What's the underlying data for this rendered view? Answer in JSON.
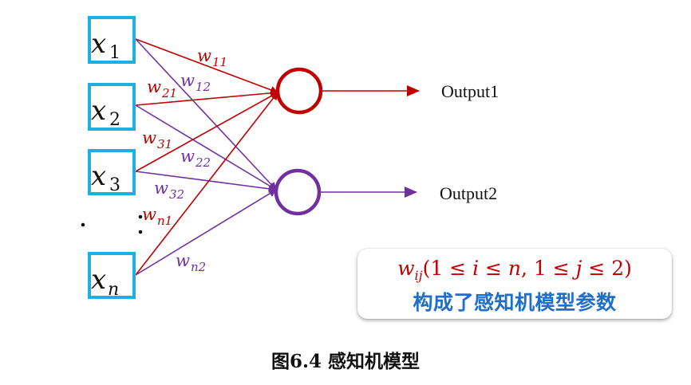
{
  "diagram": {
    "title": "Perceptron model",
    "colors": {
      "input_box": "#1EAEE0",
      "output1": "#C00000",
      "output2": "#7030A0",
      "callout_text": "#1F6FC6",
      "text": "#111111"
    },
    "inputs": [
      {
        "symbol": "x",
        "sub": "1"
      },
      {
        "symbol": "x",
        "sub": "2"
      },
      {
        "symbol": "x",
        "sub": "3"
      },
      {
        "symbol": "x",
        "sub": "n"
      }
    ],
    "outputs": [
      {
        "label": "Output1"
      },
      {
        "label": "Output2"
      }
    ],
    "weights": [
      {
        "from": 0,
        "to": 0,
        "symbol": "w",
        "sub": "11"
      },
      {
        "from": 0,
        "to": 1,
        "symbol": "w",
        "sub": "12"
      },
      {
        "from": 1,
        "to": 0,
        "symbol": "w",
        "sub": "21"
      },
      {
        "from": 1,
        "to": 1,
        "symbol": "w",
        "sub": "22"
      },
      {
        "from": 2,
        "to": 0,
        "symbol": "w",
        "sub": "31"
      },
      {
        "from": 2,
        "to": 1,
        "symbol": "w",
        "sub": "32"
      },
      {
        "from": 3,
        "to": 0,
        "symbol": "w",
        "sub": "n1"
      },
      {
        "from": 3,
        "to": 1,
        "symbol": "w",
        "sub": "n2"
      }
    ],
    "ellipsis": "⋮"
  },
  "callout": {
    "formula_symbol": "w",
    "formula_sub": "ij",
    "formula_open": "(1 ≤ ",
    "formula_i": "i",
    "formula_mid1": " ≤ ",
    "formula_n": "n",
    "formula_mid2": ", 1 ≤ ",
    "formula_j": "j",
    "formula_close": " ≤ 2)",
    "text": "构成了感知机模型参数"
  },
  "caption": "图6.4 感知机模型"
}
